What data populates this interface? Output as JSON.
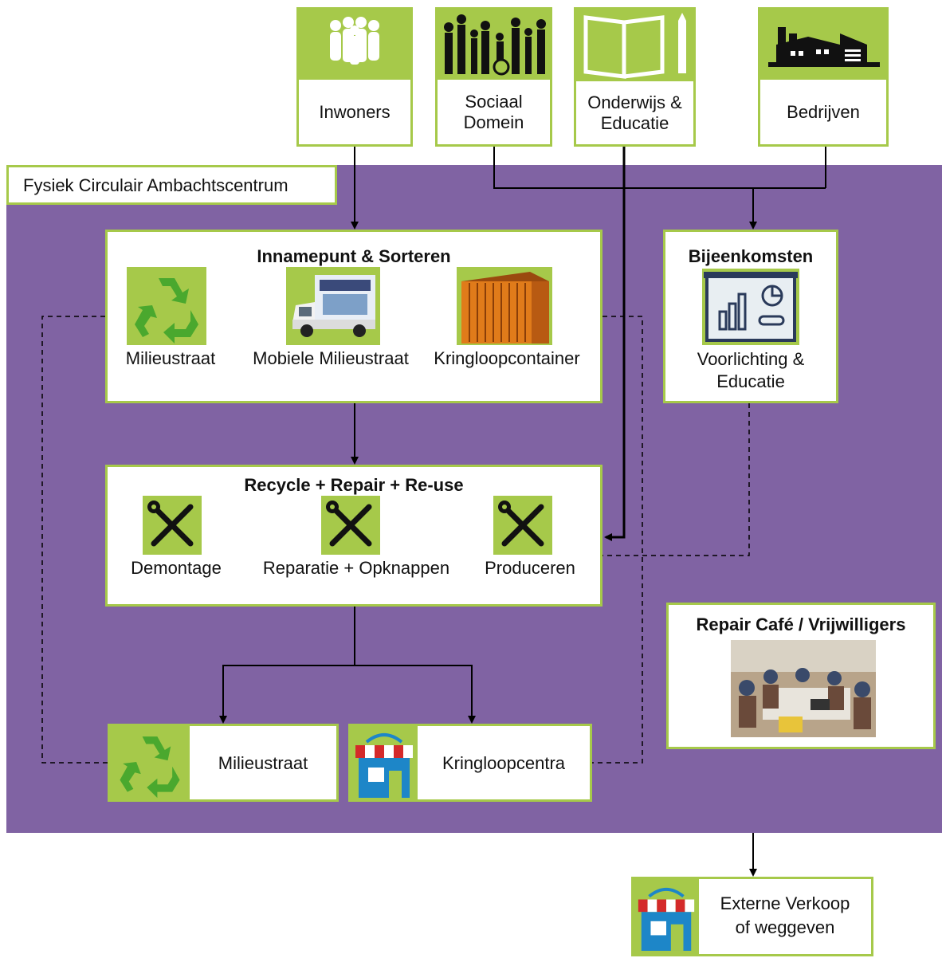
{
  "stakeholders": [
    {
      "label": "Inwoners",
      "icon": "people-group-icon"
    },
    {
      "label": "Sociaal Domein",
      "icon": "family-silhouettes-icon"
    },
    {
      "label": "Onderwijs & Educatie",
      "icon": "book-pencil-icon"
    },
    {
      "label": "Bedrijven",
      "icon": "factory-icon"
    }
  ],
  "centre_label": "Fysiek Circulair Ambachtscentrum",
  "intake": {
    "title": "Innamepunt & Sorteren",
    "items": [
      {
        "label": "Milieustraat",
        "icon": "recycle-icon"
      },
      {
        "label": "Mobiele Milieustraat",
        "icon": "van-icon"
      },
      {
        "label": "Kringloopcontainer",
        "icon": "container-icon"
      }
    ]
  },
  "meetings": {
    "title": "Bijeenkomsten",
    "icon": "presentation-chart-icon",
    "label": "Voorlichting & Educatie"
  },
  "process": {
    "title": "Recycle + Repair + Re-use",
    "items": [
      {
        "label": "Demontage",
        "icon": "tools-icon"
      },
      {
        "label": "Reparatie + Opknappen",
        "icon": "tools-icon"
      },
      {
        "label": "Produceren",
        "icon": "tools-icon"
      }
    ]
  },
  "repair_cafe": {
    "title": "Repair Café / Vrijwilligers",
    "image": "volunteers-photo"
  },
  "outputs": [
    {
      "label": "Milieustraat",
      "icon": "recycle-icon"
    },
    {
      "label": "Kringloopcentra",
      "icon": "shop-icon"
    }
  ],
  "external": {
    "line1": "Externe Verkoop",
    "line2": "of weggeven",
    "icon": "shop-icon"
  },
  "colors": {
    "purple": "#8063a3",
    "green": "#a6c94a",
    "recycle_green": "#4aa82e",
    "container_orange": "#e07b1a",
    "shop_blue": "#1d86c8",
    "shop_red": "#d42a2a"
  }
}
